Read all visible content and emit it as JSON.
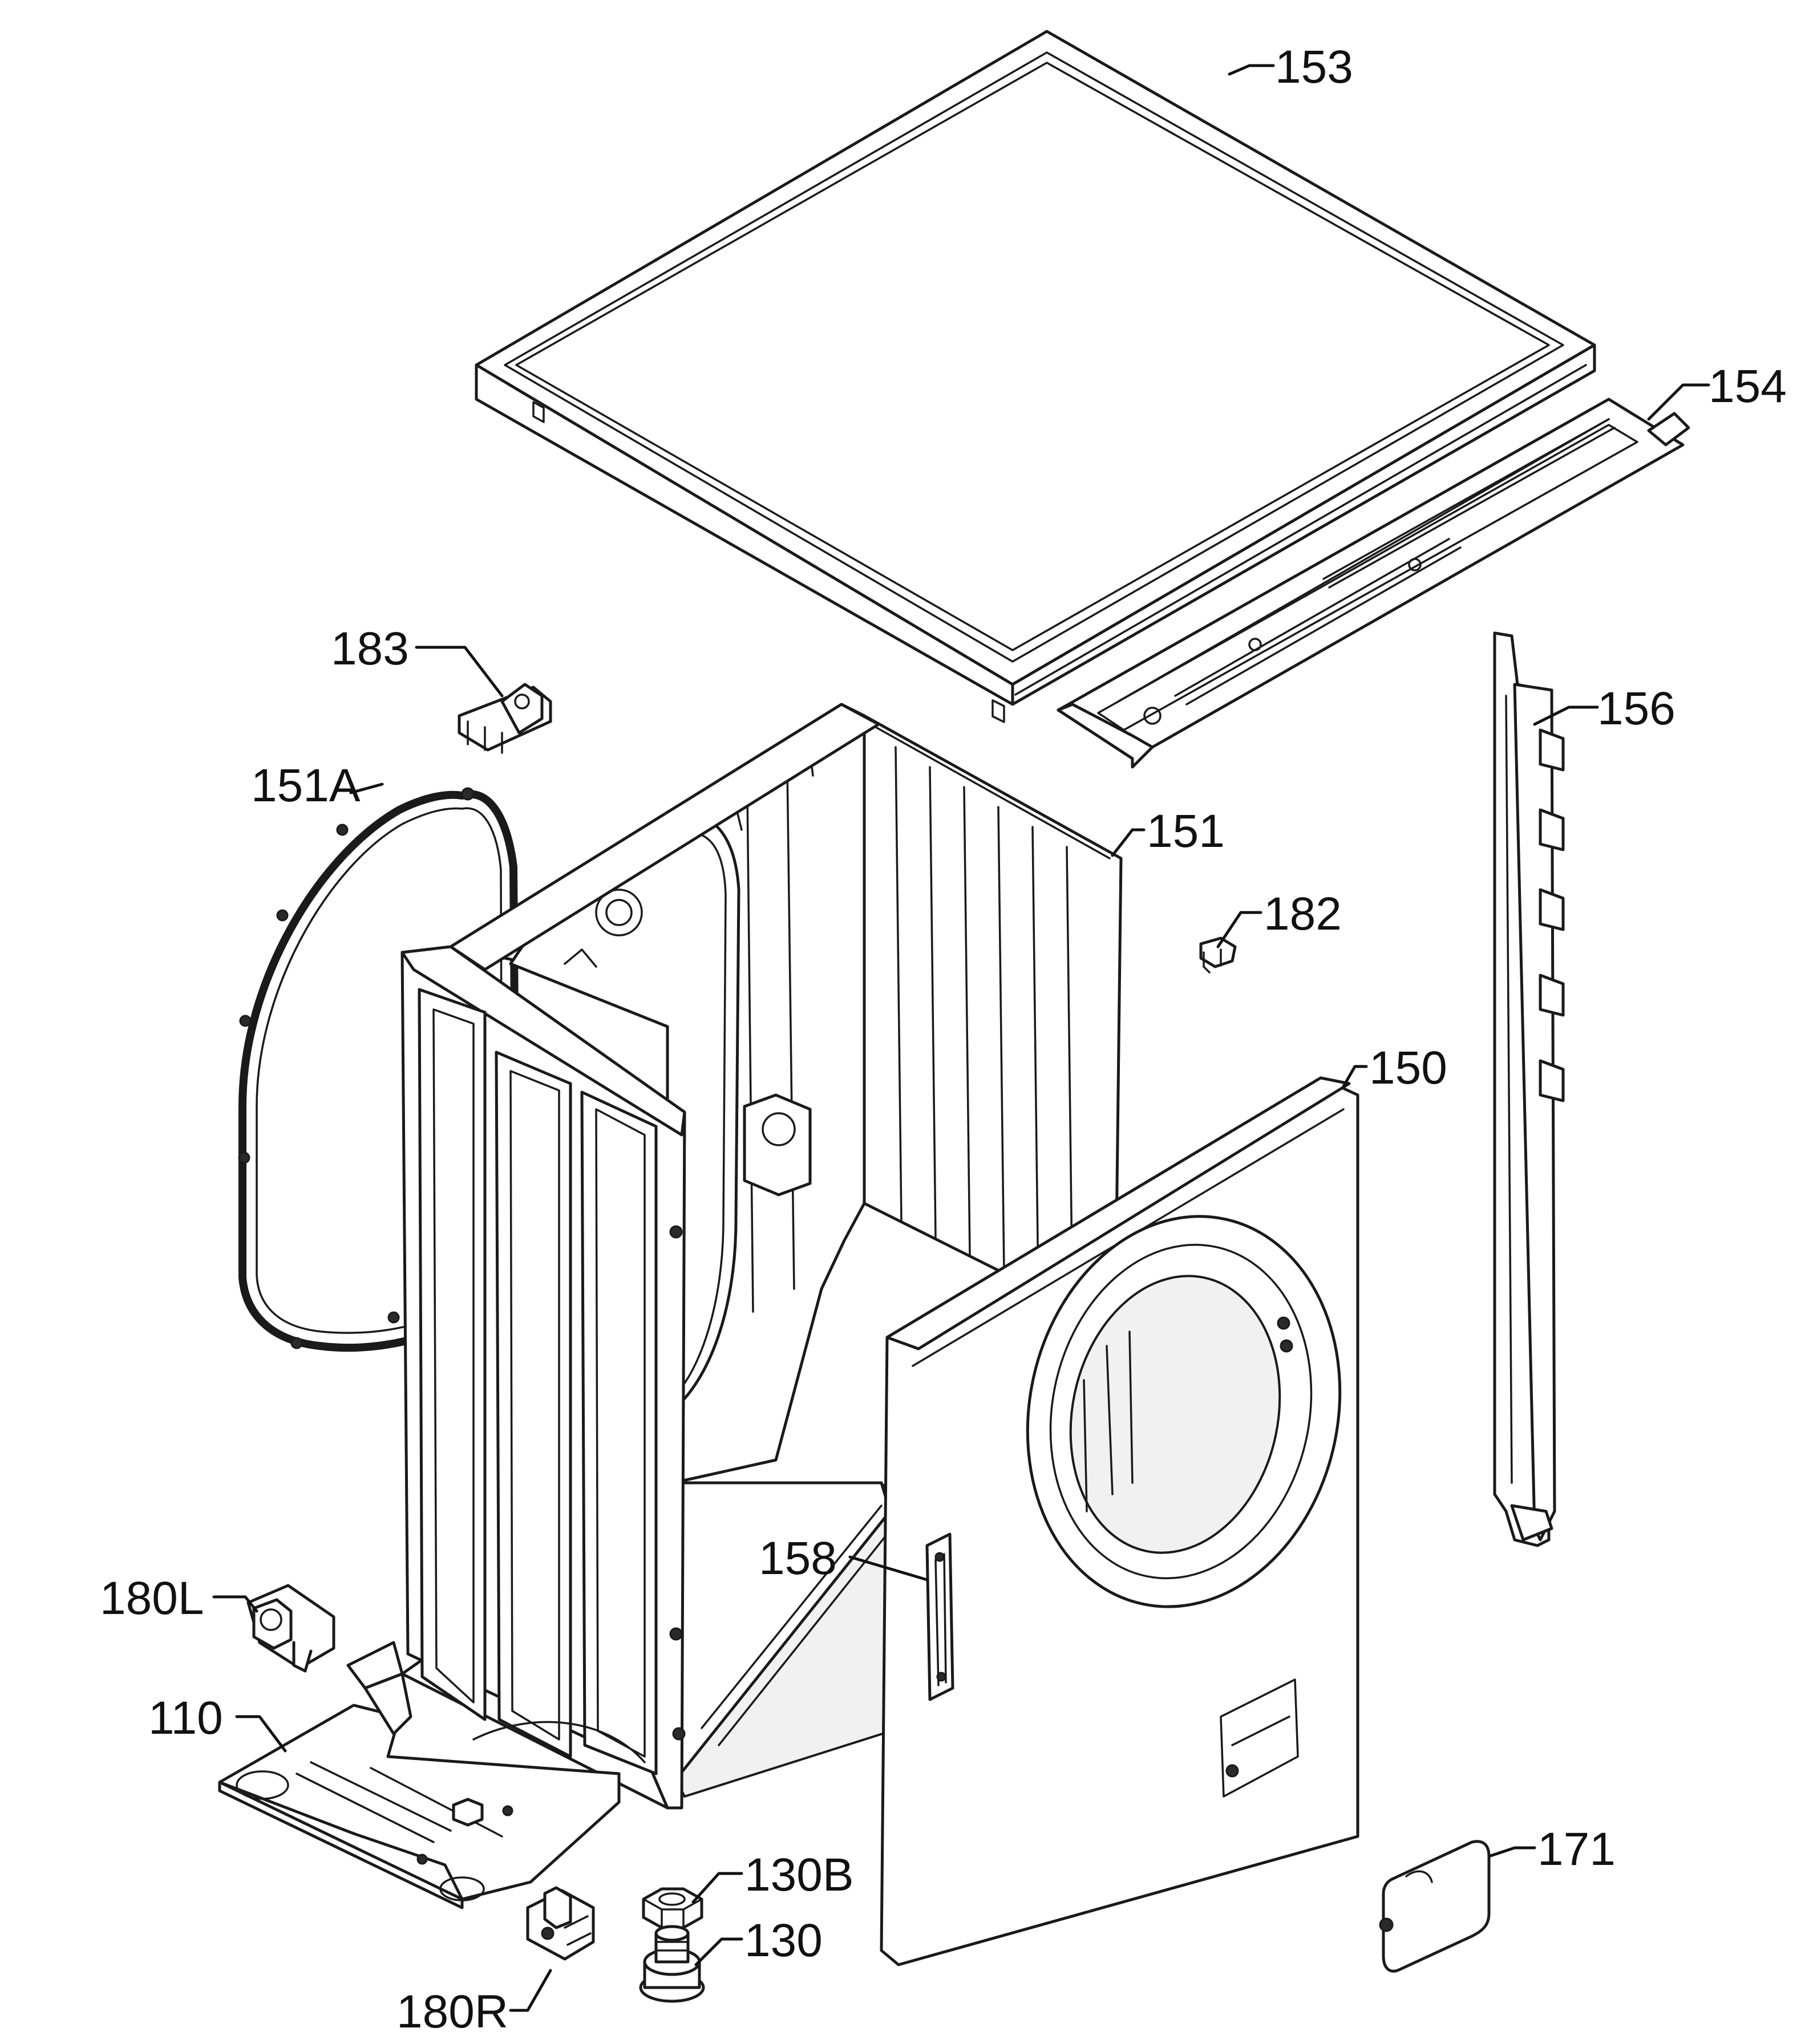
{
  "diagram": {
    "part_labels": {
      "p153": "153",
      "p154": "154",
      "p183": "183",
      "p151A": "151A",
      "p156": "156",
      "p151": "151",
      "p182": "182",
      "p150": "150",
      "p158": "158",
      "p180L": "180L",
      "p110": "110",
      "p130B": "130B",
      "p171": "171",
      "p130": "130",
      "p180R": "180R"
    }
  }
}
